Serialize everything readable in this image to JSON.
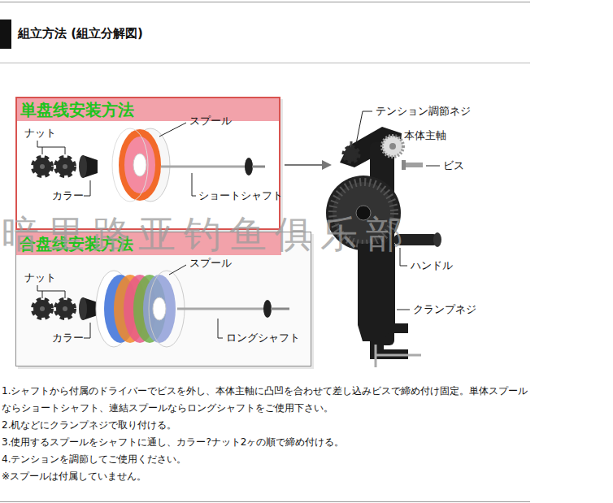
{
  "diagram": {
    "title": "組立方法 (組立分解図)",
    "nodes": [
      {
        "text": [
          "単盘线安装方法"
        ]
      },
      {
        "text": [
          "合盘线安装方法"
        ]
      }
    ],
    "labels": [
      "ナット",
      "カラー",
      "スプール",
      "ショートシャフト",
      "ナット",
      "カラー",
      "スプール",
      "ロングシャフト",
      "テンション調節ネジ",
      "本体主軸",
      "ビス",
      "ハンドル",
      "クランプネジ",
      "暗里路亚钓鱼俱乐部",
      "1.シャフトから付属のドライバーでビスを外し、本体主軸に凸凹を合わせて差し込みビスで締め付け固定。単体スプールならショートシャフト、連結スプールならロングシャフトをご使用下さい。",
      "2.机などにクランプネジで取り付ける。",
      "3.使用するスプールをシャフトに通し、カラー?ナット2ヶの順で締め付ける。",
      "4.テンションを調節してご使用ください。",
      "※スプールは付属していません。"
    ]
  }
}
